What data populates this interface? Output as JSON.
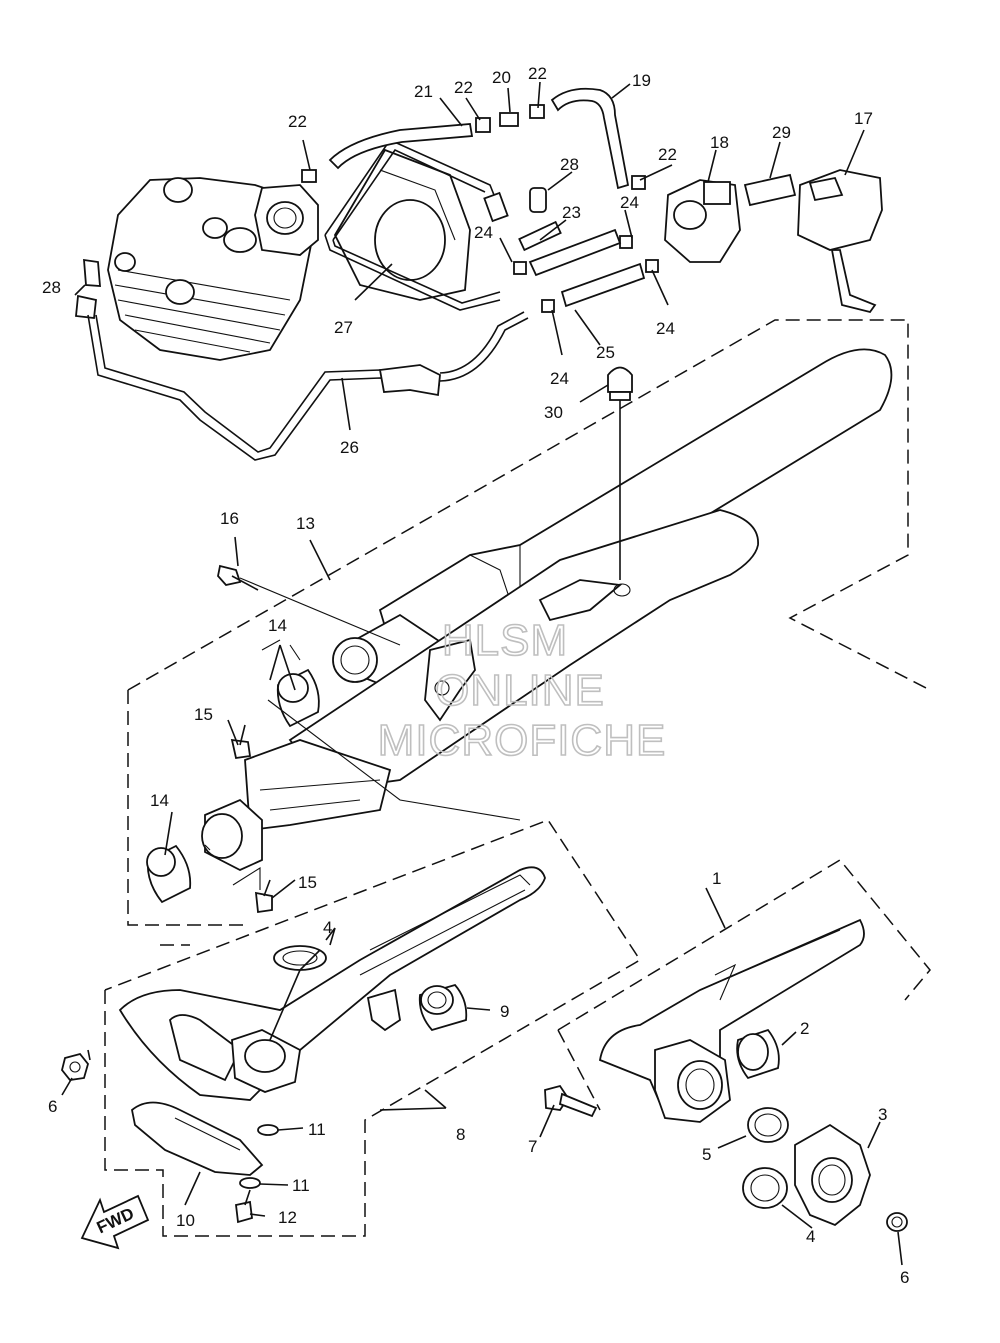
{
  "watermark": {
    "line1": "HLSM",
    "line2": "ONLINE",
    "line3": "MICROFICHE"
  },
  "fwd_arrow_label": "FWD",
  "callouts": [
    {
      "id": "c1",
      "text": "1"
    },
    {
      "id": "c2",
      "text": "2"
    },
    {
      "id": "c3",
      "text": "3"
    },
    {
      "id": "c4a",
      "text": "4"
    },
    {
      "id": "c4b",
      "text": "4"
    },
    {
      "id": "c5",
      "text": "5"
    },
    {
      "id": "c6a",
      "text": "6"
    },
    {
      "id": "c6b",
      "text": "6"
    },
    {
      "id": "c7",
      "text": "7"
    },
    {
      "id": "c8",
      "text": "8"
    },
    {
      "id": "c9",
      "text": "9"
    },
    {
      "id": "c10",
      "text": "10"
    },
    {
      "id": "c11a",
      "text": "11"
    },
    {
      "id": "c11b",
      "text": "11"
    },
    {
      "id": "c12",
      "text": "12"
    },
    {
      "id": "c13",
      "text": "13"
    },
    {
      "id": "c14a",
      "text": "14"
    },
    {
      "id": "c14b",
      "text": "14"
    },
    {
      "id": "c15a",
      "text": "15"
    },
    {
      "id": "c15b",
      "text": "15"
    },
    {
      "id": "c16",
      "text": "16"
    },
    {
      "id": "c17",
      "text": "17"
    },
    {
      "id": "c18",
      "text": "18"
    },
    {
      "id": "c19",
      "text": "19"
    },
    {
      "id": "c20",
      "text": "20"
    },
    {
      "id": "c21",
      "text": "21"
    },
    {
      "id": "c22a",
      "text": "22"
    },
    {
      "id": "c22b",
      "text": "22"
    },
    {
      "id": "c22c",
      "text": "22"
    },
    {
      "id": "c22d",
      "text": "22"
    },
    {
      "id": "c23",
      "text": "23"
    },
    {
      "id": "c24a",
      "text": "24"
    },
    {
      "id": "c24b",
      "text": "24"
    },
    {
      "id": "c24c",
      "text": "24"
    },
    {
      "id": "c24d",
      "text": "24"
    },
    {
      "id": "c25",
      "text": "25"
    },
    {
      "id": "c26",
      "text": "26"
    },
    {
      "id": "c27",
      "text": "27"
    },
    {
      "id": "c28a",
      "text": "28"
    },
    {
      "id": "c28b",
      "text": "28"
    },
    {
      "id": "c29",
      "text": "29"
    },
    {
      "id": "c30",
      "text": "30"
    }
  ]
}
